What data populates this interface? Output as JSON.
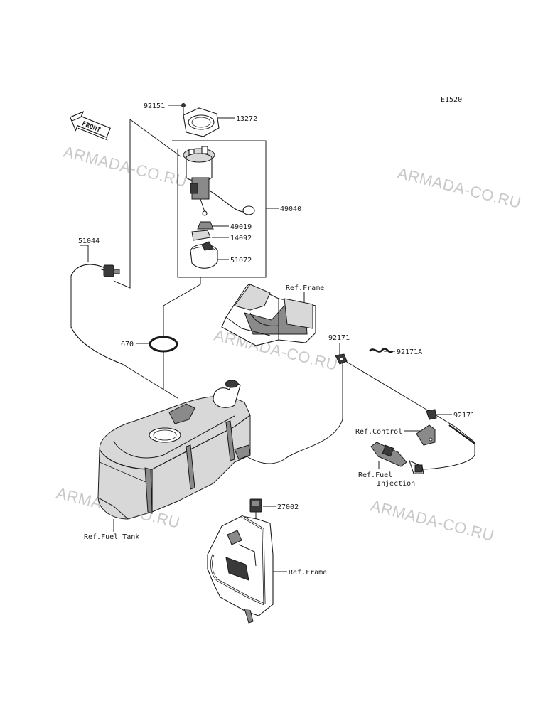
{
  "diagram": {
    "code": "E1520",
    "front_label": "FRONT",
    "watermark": "ARMADA-CO.RU",
    "parts": {
      "p92151": "92151",
      "p13272": "13272",
      "p49040": "49040",
      "p49019": "49019",
      "p14092": "14092",
      "p51072": "51072",
      "p51044": "51044",
      "p670": "670",
      "p92171_a": "92171",
      "p92171A": "92171A",
      "p92171_b": "92171",
      "p27002": "27002"
    },
    "refs": {
      "frame_top": "Ref.Frame",
      "control": "Ref.Control",
      "fuel_injection_1": "Ref.Fuel",
      "fuel_injection_2": "Injection",
      "fuel_tank": "Ref.Fuel Tank",
      "frame_bottom": "Ref.Frame"
    }
  }
}
